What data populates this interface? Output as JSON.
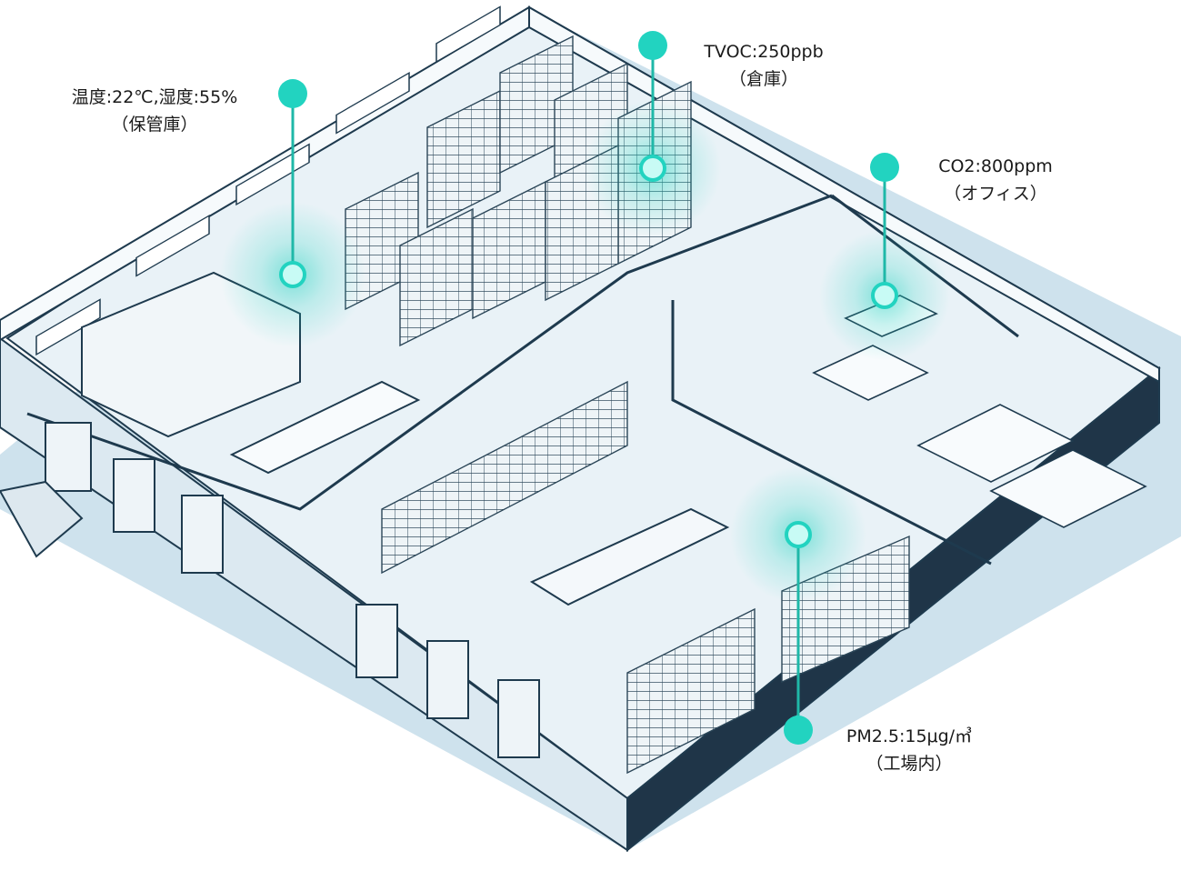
{
  "colors": {
    "sensor": "#22d3c0",
    "line": "#1fb8a8",
    "wall_top": "#f4f8fa",
    "wall_side": "#cfe0ea",
    "floor": "#e7f0f5",
    "edge": "#1e3a4e",
    "shadow": "#a7cbe0"
  },
  "sensors": [
    {
      "id": "storage",
      "value": "温度:22℃,湿度:55%",
      "location": "（保管庫）"
    },
    {
      "id": "warehouse",
      "value": "TVOC:250ppb",
      "location": "（倉庫）"
    },
    {
      "id": "office",
      "value": "CO2:800ppm",
      "location": "（オフィス）"
    },
    {
      "id": "factory",
      "value": "PM2.5:15μg/㎥",
      "location": "（工場内）"
    }
  ]
}
